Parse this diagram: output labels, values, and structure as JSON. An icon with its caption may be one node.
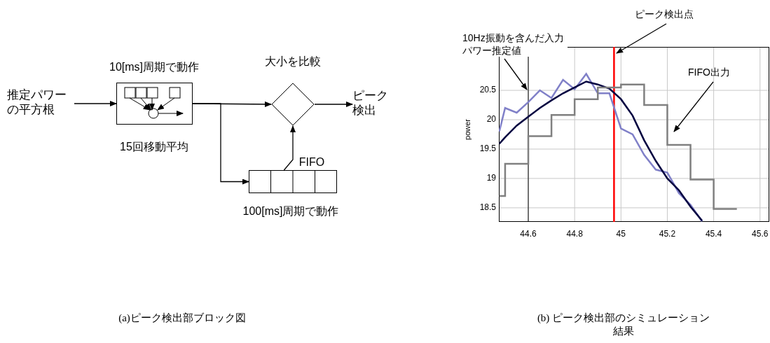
{
  "diagram": {
    "nodes": [
      {
        "text": [
          "推定パワーの平方根"
        ]
      },
      {
        "text": [
          "10[ms]周期で動作"
        ],
        "beside": [
          "15回移動平均"
        ]
      },
      {
        "text": [
          "大小を比較"
        ]
      },
      {
        "text": [
          "ピーク検出"
        ]
      },
      {
        "text": [
          "FIFO"
        ],
        "beside": [
          "100[ms]周期で動作"
        ]
      },
      {
        "text": [
          "10Hz振動を含んだ入力パワー推定値"
        ]
      },
      {
        "text": [
          "ピーク検出点"
        ]
      },
      {
        "text": [
          "FIFO出力"
        ]
      }
    ],
    "edges": [
      {
        "from": 0,
        "to": 1,
        "arrow": "to"
      },
      {
        "from": 1,
        "to": 2,
        "arrow": "to"
      },
      {
        "from": 1,
        "to": 4,
        "arrow": "to"
      },
      {
        "from": 4,
        "to": 2,
        "arrow": "to"
      },
      {
        "from": 2,
        "to": 3,
        "arrow": "to"
      },
      {
        "from": 5,
        "to": null,
        "arrow": "to"
      },
      {
        "from": 6,
        "to": null,
        "arrow": "to"
      },
      {
        "from": 7,
        "to": null,
        "arrow": "to"
      }
    ],
    "labels": [
      "(a)ピーク検出部ブロック図",
      "(b) ピーク検出部のシミュレーション結果"
    ],
    "chart_data": {
      "type": "line",
      "ylabel": "power",
      "grid": true,
      "x": [
        44.475,
        44.5,
        44.5,
        44.55,
        44.6,
        44.6,
        44.65,
        44.7,
        44.7,
        44.75,
        44.8,
        44.8,
        44.85,
        44.9,
        44.9,
        44.95,
        45.0,
        45.0,
        45.05,
        45.1,
        45.1,
        45.15,
        45.2,
        45.2,
        45.25,
        45.3,
        45.3,
        45.35,
        45.4,
        45.4,
        45.45,
        45.5
      ],
      "series": [
        {
          "color": "#8080c8",
          "values": [
            19.8,
            20.2,
            20.2,
            20.12,
            20.3,
            20.3,
            20.5,
            20.37,
            20.37,
            20.68,
            20.52,
            20.52,
            20.78,
            20.45,
            20.45,
            20.45,
            19.85,
            19.85,
            19.75,
            19.4,
            19.4,
            19.15,
            19.1,
            19.1,
            18.75,
            18.55,
            18.55,
            18.27,
            null,
            null,
            null,
            null
          ]
        },
        {
          "color": "#000040",
          "values": [
            19.59,
            19.7,
            19.7,
            19.9,
            20.05,
            20.05,
            20.2,
            20.33,
            20.33,
            20.45,
            20.55,
            20.55,
            20.65,
            20.6,
            20.6,
            20.53,
            20.35,
            20.35,
            20.07,
            19.65,
            19.65,
            19.3,
            19.0,
            19.0,
            18.8,
            18.52,
            18.52,
            18.28,
            null,
            null,
            null,
            null
          ]
        },
        {
          "color": "#808080",
          "values": [
            18.7,
            18.7,
            19.25,
            19.25,
            19.25,
            19.72,
            19.72,
            19.72,
            20.08,
            20.08,
            20.08,
            20.35,
            20.35,
            20.35,
            20.55,
            20.55,
            20.55,
            20.6,
            20.6,
            20.6,
            20.25,
            20.25,
            20.25,
            19.57,
            19.57,
            19.57,
            18.98,
            18.98,
            18.98,
            18.48,
            18.48,
            18.48
          ]
        }
      ],
      "xlim": [
        44.473,
        45.64
      ],
      "ylim": [
        18.26,
        21.24
      ],
      "xticks": [
        44.6,
        44.8,
        45,
        45.2,
        45.4,
        45.6
      ],
      "yticks": [
        18.5,
        19,
        19.5,
        20,
        20.5
      ],
      "ref_lines": [
        {
          "axis": "x",
          "value": 44.6,
          "color": "#000000"
        },
        {
          "axis": "x",
          "value": 44.97,
          "color": "#ff0000"
        }
      ]
    }
  }
}
